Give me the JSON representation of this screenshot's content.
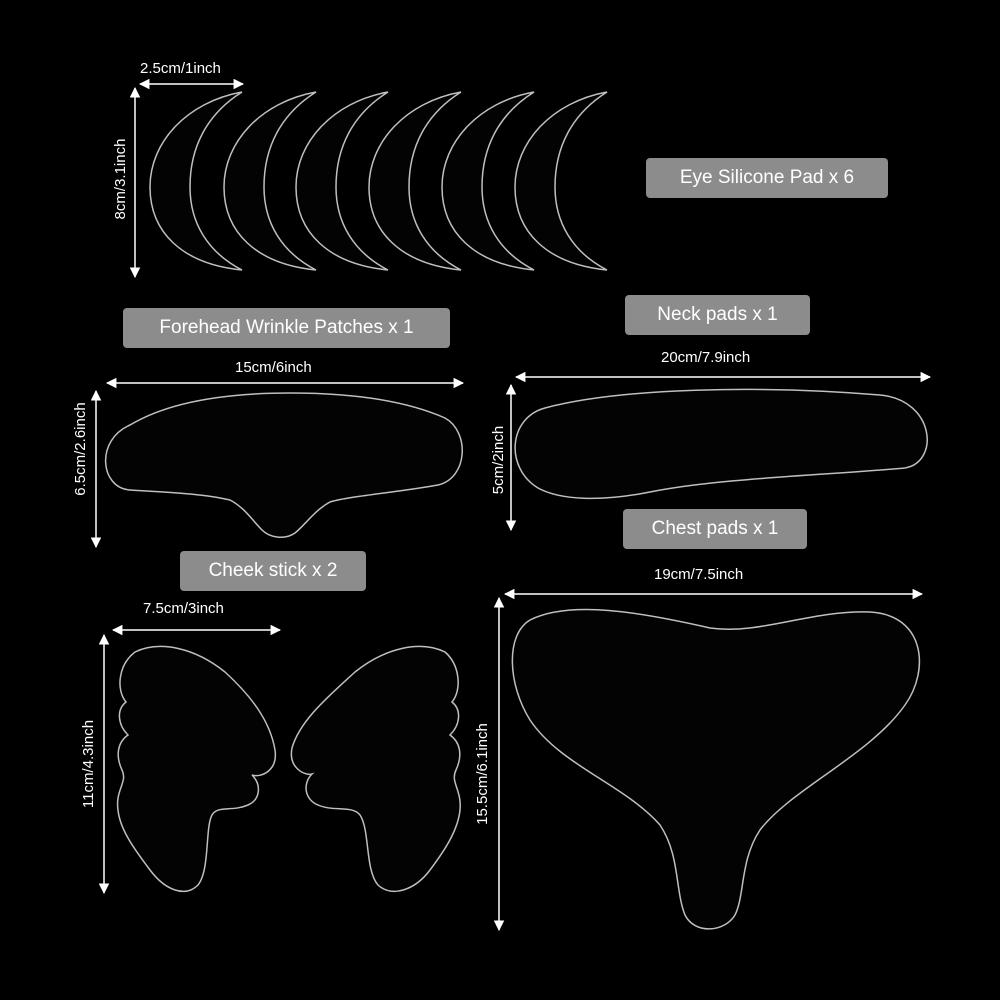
{
  "labels": {
    "eye": "Eye Silicone Pad x 6",
    "forehead": "Forehead Wrinkle Patches x 1",
    "neck": "Neck pads x 1",
    "chest": "Chest pads x 1",
    "cheek": "Cheek stick x 2"
  },
  "dimensions": {
    "eye_width": "2.5cm/1inch",
    "eye_height": "8cm/3.1inch",
    "forehead_width": "15cm/6inch",
    "forehead_height": "6.5cm/2.6inch",
    "neck_width": "20cm/7.9inch",
    "neck_height": "5cm/2inch",
    "chest_width": "19cm/7.5inch",
    "chest_height": "15.5cm/6.1inch",
    "cheek_width": "7.5cm/3inch",
    "cheek_height": "11cm/4.3inch"
  },
  "colors": {
    "background": "#000000",
    "label_pill": "#8c8c8c",
    "text": "#ffffff",
    "pad_edge": "#bfbfbf"
  }
}
